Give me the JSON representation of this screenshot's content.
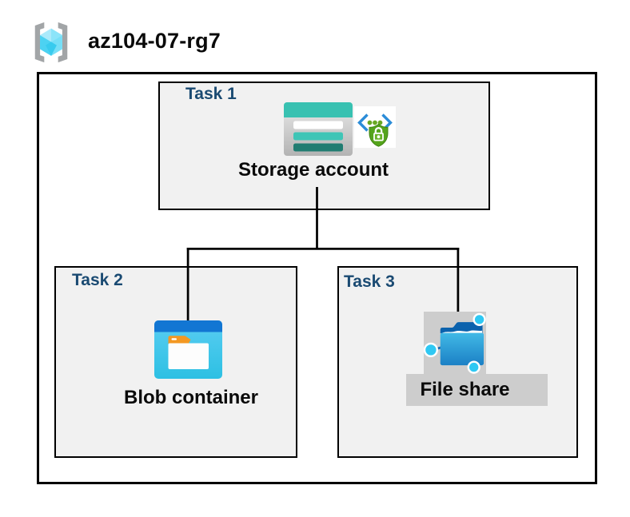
{
  "header": {
    "resource_group_name": "az104-07-rg7"
  },
  "tasks": [
    {
      "label": "Task 1",
      "item": "Storage account"
    },
    {
      "label": "Task 2",
      "item": "Blob container"
    },
    {
      "label": "Task 3",
      "item": "File share"
    }
  ],
  "icons": {
    "header_icon": "resource-group-icon",
    "task1_icons": [
      "storage-account-icon",
      "sas-security-icon"
    ],
    "task2_icons": [
      "blob-container-icon"
    ],
    "task3_icons": [
      "file-share-icon"
    ]
  },
  "colors": {
    "task_label_navy": "#1a4a72",
    "box_fill_gray": "#f1f1f1",
    "border_black": "#000000",
    "selection_gray": "#cdcdcd",
    "storage_teal": "#38c1b1",
    "storage_teal_dark": "#207c71",
    "blob_band_blue": "#1276d3",
    "blob_body_cyan": "#3fc6ec",
    "blob_tab_orange": "#f39822",
    "file_share_blue": "#1b80c5",
    "file_share_flap_blue": "#0b62ad",
    "node_cyan": "#2fc8f3",
    "sas_bracket_blue": "#2b8cd8",
    "sas_shield_green": "#55a41c",
    "rg_bracket_gray": "#a2a5a7",
    "rg_cube_cyan": "#4cd2f2"
  }
}
